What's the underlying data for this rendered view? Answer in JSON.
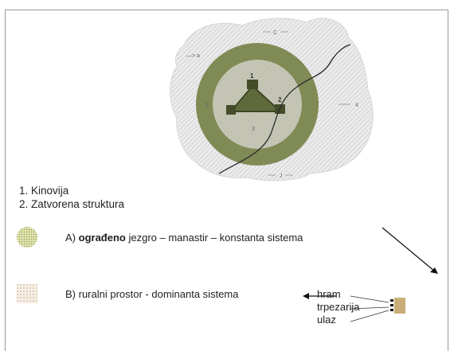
{
  "list": {
    "item1": "1. Kinovija",
    "item2": "2. Zatvorena struktura"
  },
  "legend": {
    "a_prefix": "A) ",
    "a_bold": "ograđeno",
    "a_rest": " jezgro – manastir – konstanta sistema",
    "b_text": "B) ruralni prostor  -  dominanta sistema"
  },
  "annotations": {
    "hram": "hram",
    "trpezarija": "trpezarija",
    "ulaz": "ulaz"
  },
  "diagram": {
    "label_c": "C",
    "label_3": "3",
    "label_4": "4",
    "label_j": "J",
    "label_arrow": "—> a",
    "label_1": "1",
    "label_2": "2",
    "label_3b": "3"
  }
}
